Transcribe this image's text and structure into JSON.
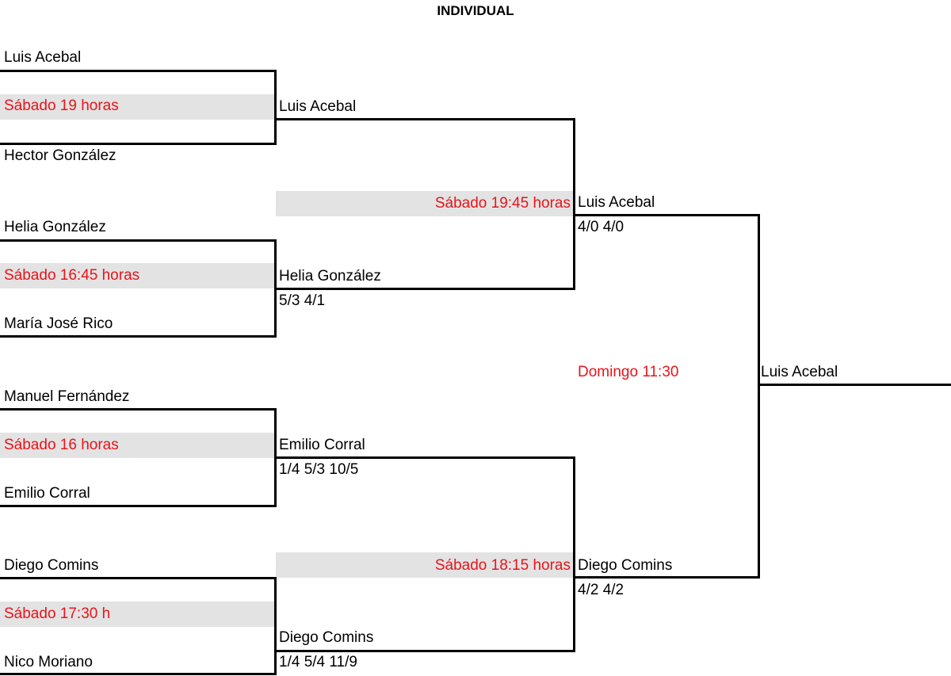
{
  "title": "INDIVIDUAL",
  "colors": {
    "schedule": "#e8141b",
    "shade": "#e3e3e3",
    "line": "#000000"
  },
  "round1": [
    {
      "player_a": "Luis Acebal",
      "schedule": "Sábado 19 horas",
      "player_b": "Hector González"
    },
    {
      "player_a": "Helia González",
      "schedule": "Sábado 16:45 horas",
      "player_b": "María José Rico"
    },
    {
      "player_a": "Manuel Fernández",
      "schedule": "Sábado 16 horas",
      "player_b": "Emilio Corral"
    },
    {
      "player_a": "Diego Comins",
      "schedule": "Sábado 17:30 h",
      "player_b": "Nico Moriano"
    }
  ],
  "round2": [
    {
      "winner": "Luis Acebal",
      "score": ""
    },
    {
      "winner": "Helia González",
      "score": "5/3 4/1"
    },
    {
      "winner": "Emilio Corral",
      "score": "1/4 5/3 10/5"
    },
    {
      "winner": "Diego Comins",
      "score": "1/4 5/4 11/9"
    }
  ],
  "semifinals": [
    {
      "schedule": "Sábado 19:45  horas",
      "winner": "Luis Acebal",
      "score": "4/0 4/0"
    },
    {
      "schedule": "Sábado  18:15 horas",
      "winner": "Diego Comins",
      "score": "4/2 4/2"
    }
  ],
  "final": {
    "schedule": "Domingo 11:30",
    "winner": "Luis Acebal"
  }
}
